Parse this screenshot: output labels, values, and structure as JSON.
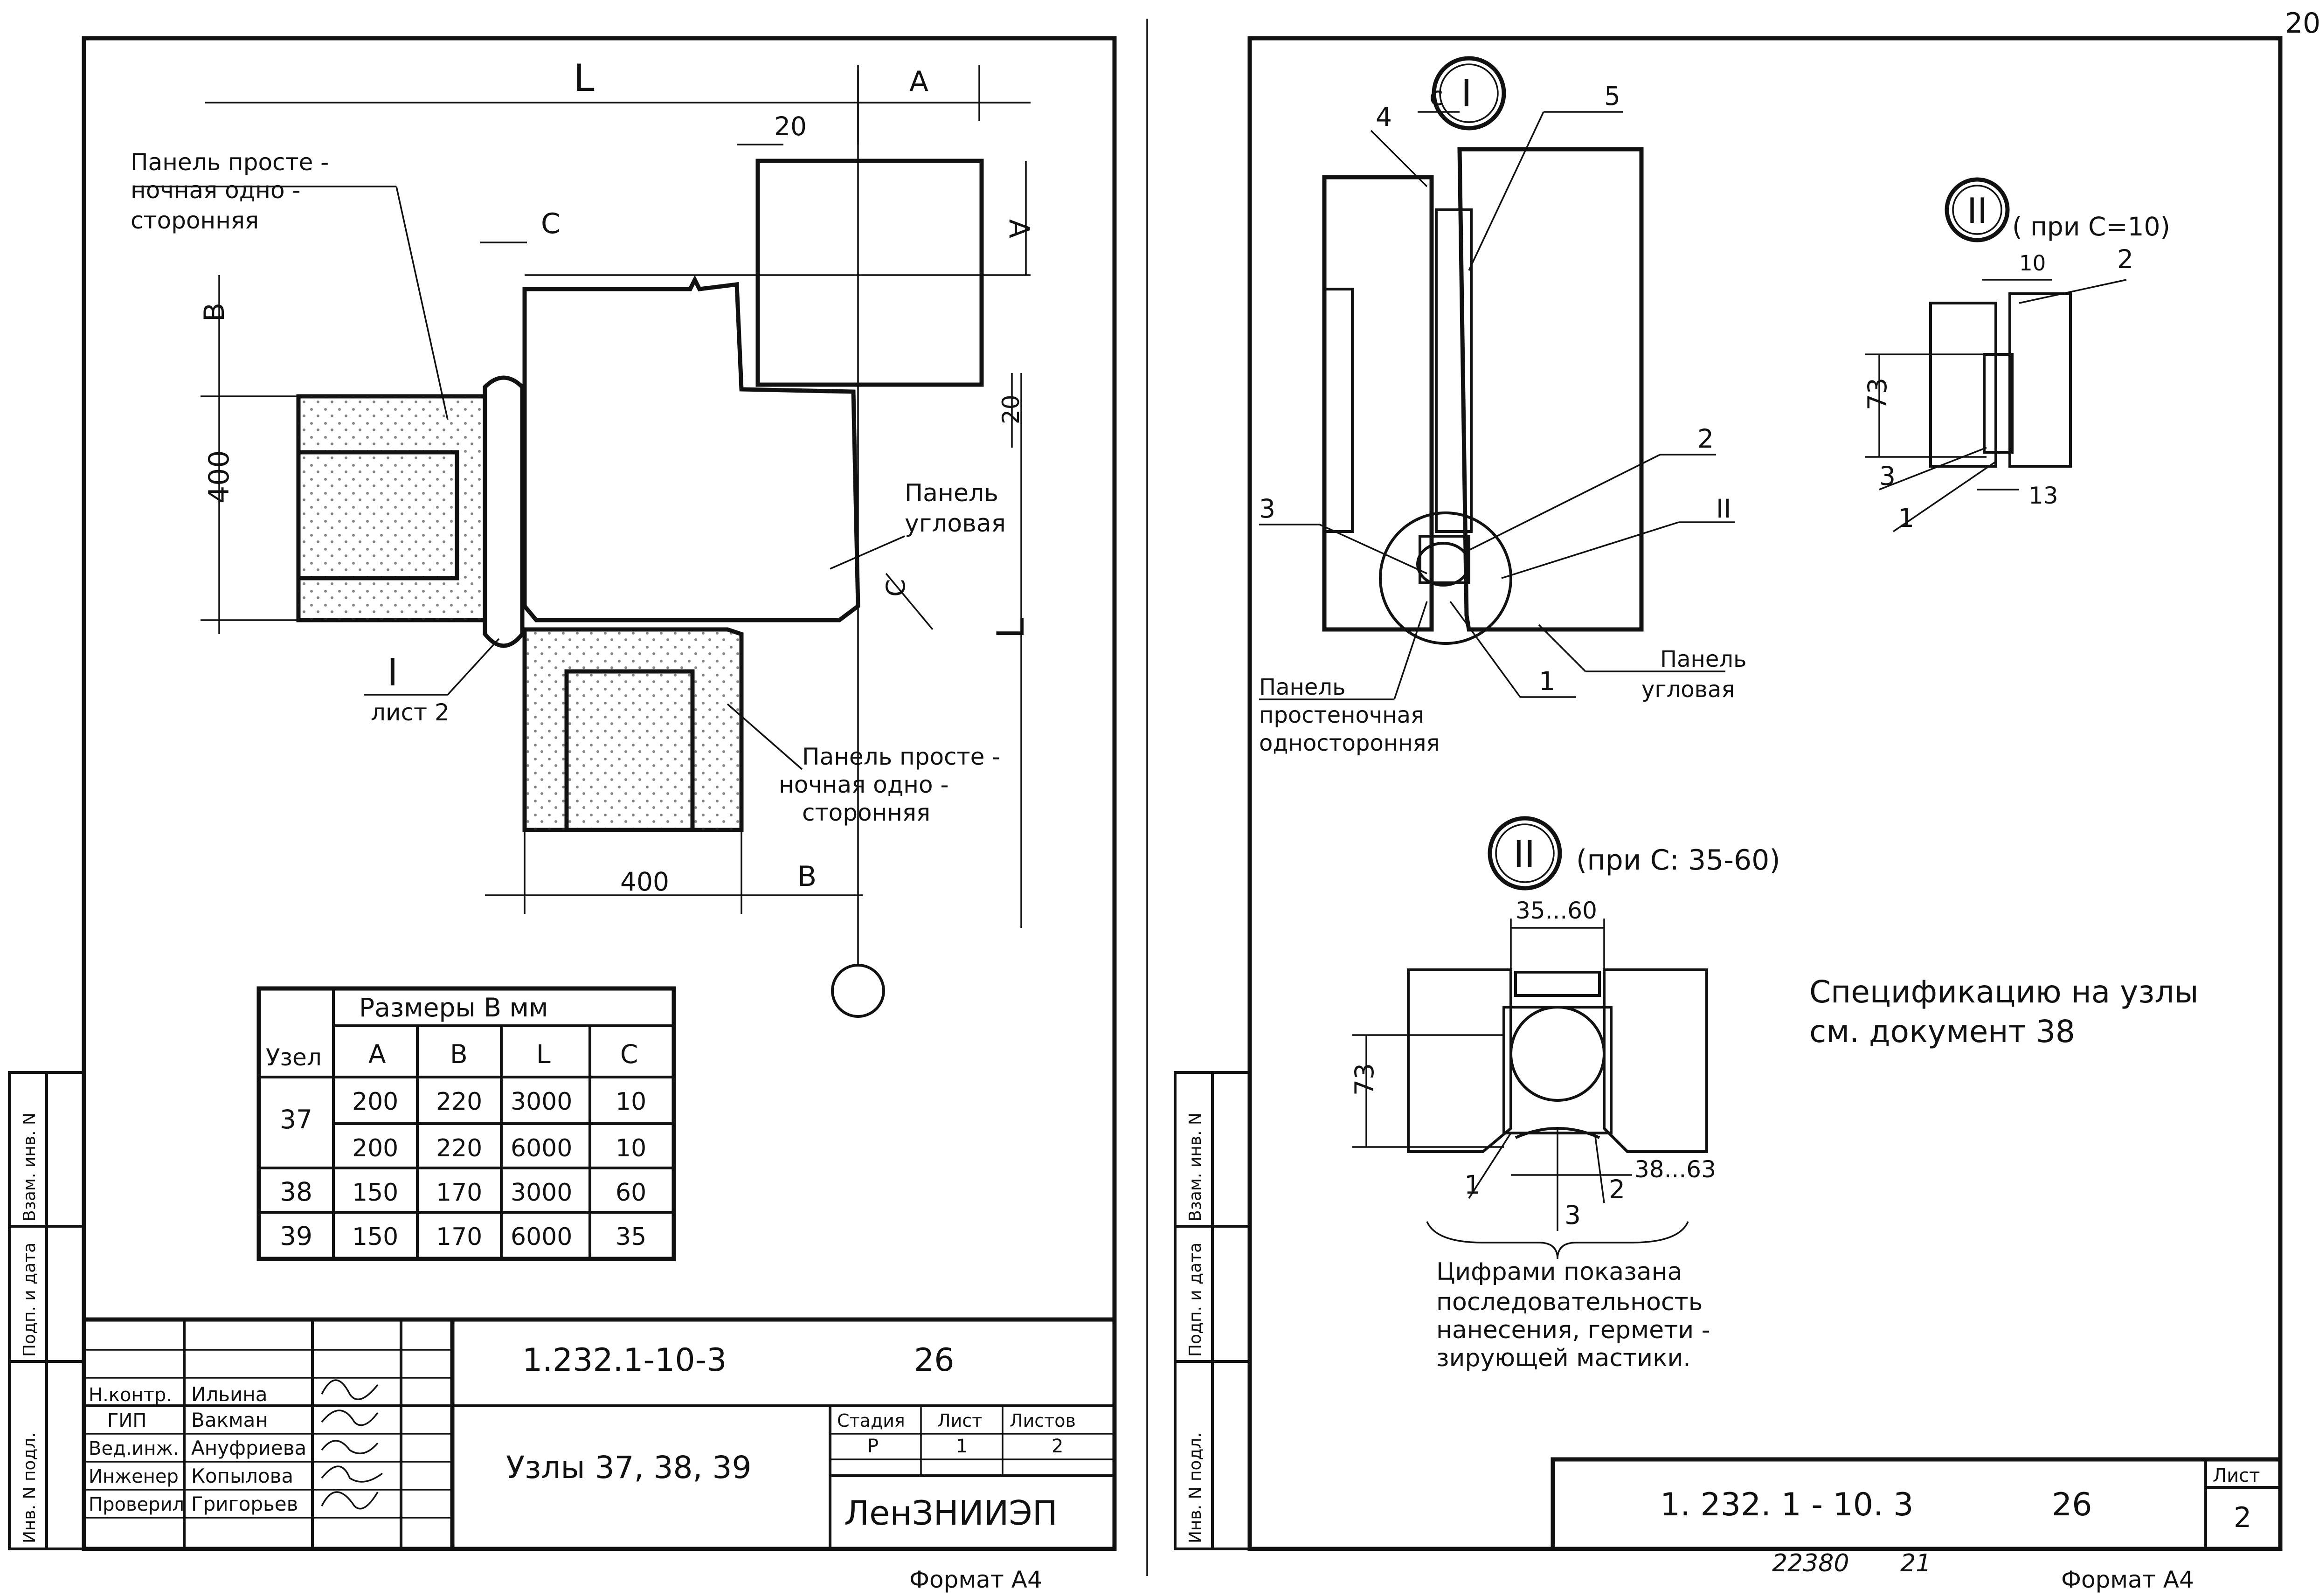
{
  "page_number": "20",
  "sheet_left": {
    "labels": {
      "dim_L_top": "L",
      "dim_A_top": "A",
      "dim_20_top": "20",
      "dim_A_right": "A",
      "dim_C_top": "C",
      "dim_B_left": "B",
      "dim_400_left": "400",
      "dim_20_right": "20",
      "dim_C_right": "C",
      "dim_L_right": "L",
      "dim_400_bottom": "400",
      "dim_B_bottom": "B",
      "panel_top_left": [
        "Панель просте -",
        "ночная одно -",
        "сторонняя"
      ],
      "panel_corner": [
        "Панель",
        "угловая"
      ],
      "panel_bottom": [
        "Панель просте -",
        "ночная одно -",
        "сторонняя"
      ],
      "node_ref": "I",
      "node_ref_sheet": "лист 2"
    },
    "table": {
      "header_node": "Узел",
      "header_group": "Размеры В мм",
      "columns": [
        "A",
        "B",
        "L",
        "C"
      ],
      "rows": [
        {
          "node": "37",
          "values": [
            "200",
            "220",
            "3000",
            "10"
          ]
        },
        {
          "node": "",
          "values": [
            "200",
            "220",
            "6000",
            "10"
          ]
        },
        {
          "node": "38",
          "values": [
            "150",
            "170",
            "3000",
            "60"
          ]
        },
        {
          "node": "39",
          "values": [
            "150",
            "170",
            "6000",
            "35"
          ]
        }
      ]
    },
    "side_stamp": [
      "Инв. N подл.",
      "Подп. и дата",
      "Взам. инв. N"
    ],
    "title_block": {
      "roles": [
        "Н.контр.",
        "ГИП",
        "Вед.инж.",
        "Инженер",
        "Проверил"
      ],
      "names": [
        "Ильина",
        "Вакман",
        "Ануфриева",
        "Копылова",
        "Григорьев"
      ],
      "doc_code": "1.232.1-10-3",
      "doc_num": "26",
      "title": "Узлы 37, 38, 39",
      "stage_header": "Стадия",
      "sheet_header": "Лист",
      "sheets_header": "Листов",
      "stage": "Р",
      "sheet": "1",
      "sheets": "2",
      "org": "ЛенЗНИИЭП"
    },
    "format": "Формат А4"
  },
  "sheet_right": {
    "labels": {
      "node_I": "I",
      "dim_c": "c",
      "call_4": "4",
      "call_5": "5",
      "call_2": "2",
      "call_3": "3",
      "call_II": "II",
      "call_1": "1",
      "panel_left": [
        "Панель",
        "простеночная",
        "односторонняя"
      ],
      "panel_corner": [
        "Панель",
        "угловая"
      ],
      "node_II_a": "II",
      "node_II_a_cond": "( при С=10)",
      "a_dim_10": "10",
      "a_call_2": "2",
      "a_dim_73": "73",
      "a_call_3": "3",
      "a_call_1": "1",
      "a_dim_13": "13",
      "node_II_b": "II",
      "node_II_b_cond": "(при С: 35-60)",
      "b_dim_top": "35...60",
      "b_dim_73": "73",
      "b_dim_bottom": "38...63",
      "b_call_1": "1",
      "b_call_2": "2",
      "b_call_3": "3",
      "note_order": [
        "Цифрами показана",
        "последовательность",
        "нанесения, гермети -",
        "зирующей мастики."
      ],
      "spec_note": [
        "Спецификацию на узлы",
        "см. документ 38"
      ]
    },
    "side_stamp": [
      "Инв. N подл.",
      "Подп. и дата",
      "Взам. инв. N"
    ],
    "title_block": {
      "doc_code": "1. 232. 1 - 10. 3",
      "doc_num": "26",
      "sheet_label": "Лист",
      "sheet": "2"
    },
    "bottom_num": "22380",
    "bottom_num2": "21",
    "format": "Формат А4"
  }
}
